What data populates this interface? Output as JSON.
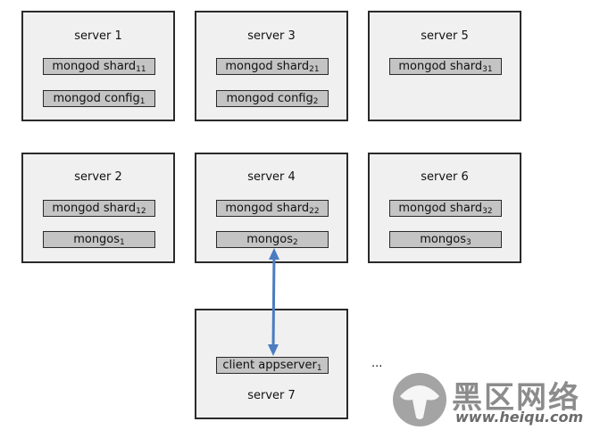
{
  "servers": [
    {
      "title": "server 1",
      "components": [
        {
          "base": "mongod shard",
          "sub": "11"
        },
        {
          "base": "mongod config",
          "sub": "1"
        }
      ]
    },
    {
      "title": "server 3",
      "components": [
        {
          "base": "mongod shard",
          "sub": "21"
        },
        {
          "base": "mongod config",
          "sub": "2"
        }
      ]
    },
    {
      "title": "server 5",
      "components": [
        {
          "base": "mongod shard",
          "sub": "31"
        }
      ]
    },
    {
      "title": "server 2",
      "components": [
        {
          "base": "mongod shard",
          "sub": "12"
        },
        {
          "base": "mongos",
          "sub": "1"
        }
      ]
    },
    {
      "title": "server 4",
      "components": [
        {
          "base": "mongod shard",
          "sub": "22"
        },
        {
          "base": "mongos",
          "sub": "2"
        }
      ]
    },
    {
      "title": "server 6",
      "components": [
        {
          "base": "mongod shard",
          "sub": "32"
        },
        {
          "base": "mongos",
          "sub": "3"
        }
      ]
    },
    {
      "title": "server 7",
      "components": [
        {
          "base": "client appserver",
          "sub": "1"
        }
      ]
    }
  ],
  "ellipsis": "...",
  "watermark": {
    "name": "黑区网络",
    "url": "www.heiqu.com"
  },
  "colors": {
    "arrow": "#4a7cc0",
    "box_fill": "#f0f0f0",
    "component_fill": "#c4c4c4"
  }
}
